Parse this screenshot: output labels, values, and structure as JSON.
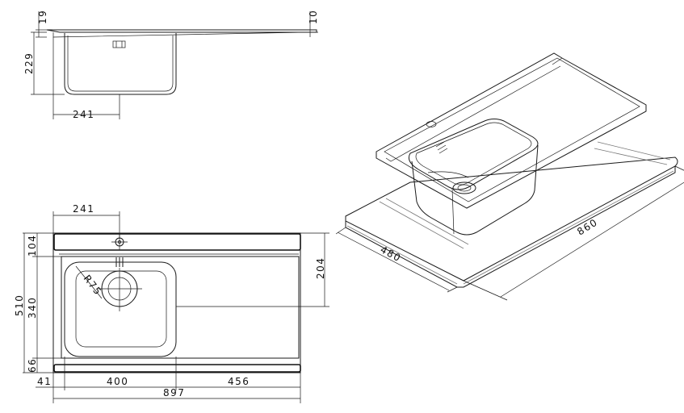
{
  "side_view": {
    "dim_rim_top": "19",
    "dim_rim_right": "10",
    "dim_depth": "229",
    "dim_offset": "241"
  },
  "plan_view": {
    "dim_tap_offset": "241",
    "dim_back": "104",
    "dim_bowl": "340",
    "dim_total_depth": "510",
    "dim_front": "66",
    "dim_right": "204",
    "dim_left_margin": "41",
    "dim_bowl_width": "400",
    "dim_drainer": "456",
    "dim_total_width": "897",
    "radius_label": "R75"
  },
  "iso_view": {
    "dim_width": "860",
    "dim_depth": "480"
  }
}
